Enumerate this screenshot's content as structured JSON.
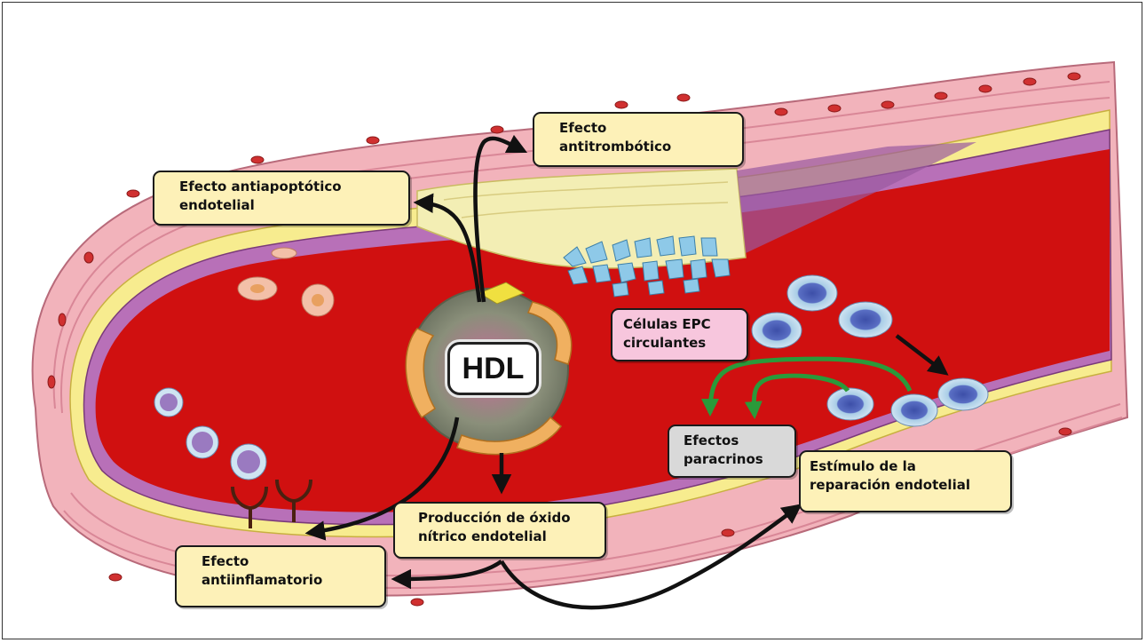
{
  "diagram": {
    "labels": {
      "antitrombotico": "Efecto\nantitrombótico",
      "antiapoptotico": "Efecto antiapoptótico\nendotelial",
      "epc": "Células EPC\ncirculantes",
      "hdl": "HDL",
      "paracrinos": "Efectos\nparacrinos",
      "reparacion": "Estímulo de la\nreparación endotelial",
      "oxido_nitrico": "Producción de óxido\nnítrico endotelial",
      "antiinflamatorio": "Efecto\nantiinflamatorio"
    },
    "colors": {
      "box_yellow": "#fdf1b8",
      "box_pink": "#f7c6dd",
      "box_gray": "#d9d9d9",
      "blood": "#d01010",
      "vessel_wall": "#f0a8b0",
      "arrow_black": "#111111",
      "arrow_green": "#2a9a3a"
    }
  }
}
